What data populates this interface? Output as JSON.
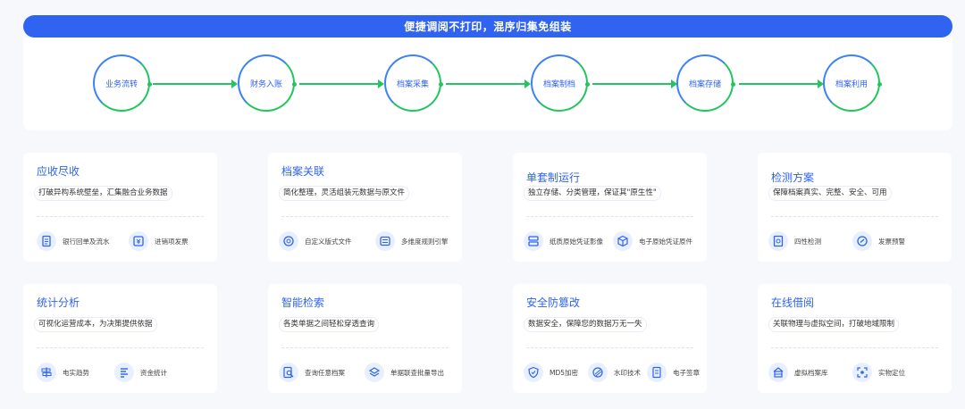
{
  "banner": {
    "title": "便捷调阅不打印，混序归集免组装"
  },
  "process": {
    "steps": [
      {
        "label": "业务流转"
      },
      {
        "label": "财务入账"
      },
      {
        "label": "档案采集"
      },
      {
        "label": "档案制档"
      },
      {
        "label": "档案存储"
      },
      {
        "label": "档案利用"
      }
    ]
  },
  "cards": [
    {
      "title": "应收尽收",
      "desc": "打破异构系统壁垒，汇集融合业务数据",
      "features": [
        {
          "label": "银行回单及流水",
          "icon": "document-icon"
        },
        {
          "label": "进销项发票",
          "icon": "invoice-icon"
        }
      ]
    },
    {
      "title": "档案关联",
      "desc": "简化整理，灵活组装元数据与原文件",
      "features": [
        {
          "label": "自定义版式文件",
          "icon": "custom-format-icon"
        },
        {
          "label": "多维度规则引擎",
          "icon": "rules-engine-icon"
        }
      ]
    },
    {
      "title": "单套制运行",
      "desc": "独立存储、分类管理，保证其\"原生性\"",
      "features": [
        {
          "label": "纸质原始凭证影像",
          "icon": "paper-image-icon"
        },
        {
          "label": "电子原始凭证原件",
          "icon": "cube-icon"
        }
      ]
    },
    {
      "title": "检测方案",
      "desc": "保障档案真实、完整、安全、可用",
      "features": [
        {
          "label": "四性检测",
          "icon": "inspection-icon"
        },
        {
          "label": "发票预警",
          "icon": "alert-icon"
        }
      ]
    },
    {
      "title": "统计分析",
      "desc": "可视化运营成本，为决策提供依据",
      "features": [
        {
          "label": "电实趋势",
          "icon": "signpost-icon"
        },
        {
          "label": "资金统计",
          "icon": "statistics-icon"
        }
      ]
    },
    {
      "title": "智能检索",
      "desc": "各类单据之间轻松穿透查询",
      "features": [
        {
          "label": "查询任意档案",
          "icon": "search-file-icon"
        },
        {
          "label": "单据联查批量导出",
          "icon": "layers-icon"
        }
      ]
    },
    {
      "title": "安全防篡改",
      "desc": "数据安全，保障您的数据万无一失",
      "features": [
        {
          "label": "MD5加密",
          "icon": "shield-icon"
        },
        {
          "label": "水印技术",
          "icon": "watermark-icon"
        },
        {
          "label": "电子签章",
          "icon": "seal-icon"
        }
      ]
    },
    {
      "title": "在线借阅",
      "desc": "关联物理与虚拟空间，打破地域限制",
      "features": [
        {
          "label": "虚拟档案库",
          "icon": "archive-icon"
        },
        {
          "label": "实物定位",
          "icon": "locate-icon"
        }
      ]
    }
  ],
  "colors": {
    "primary": "#2f63f0",
    "accent": "#22c55e",
    "icon_bg": "#e8efff"
  }
}
